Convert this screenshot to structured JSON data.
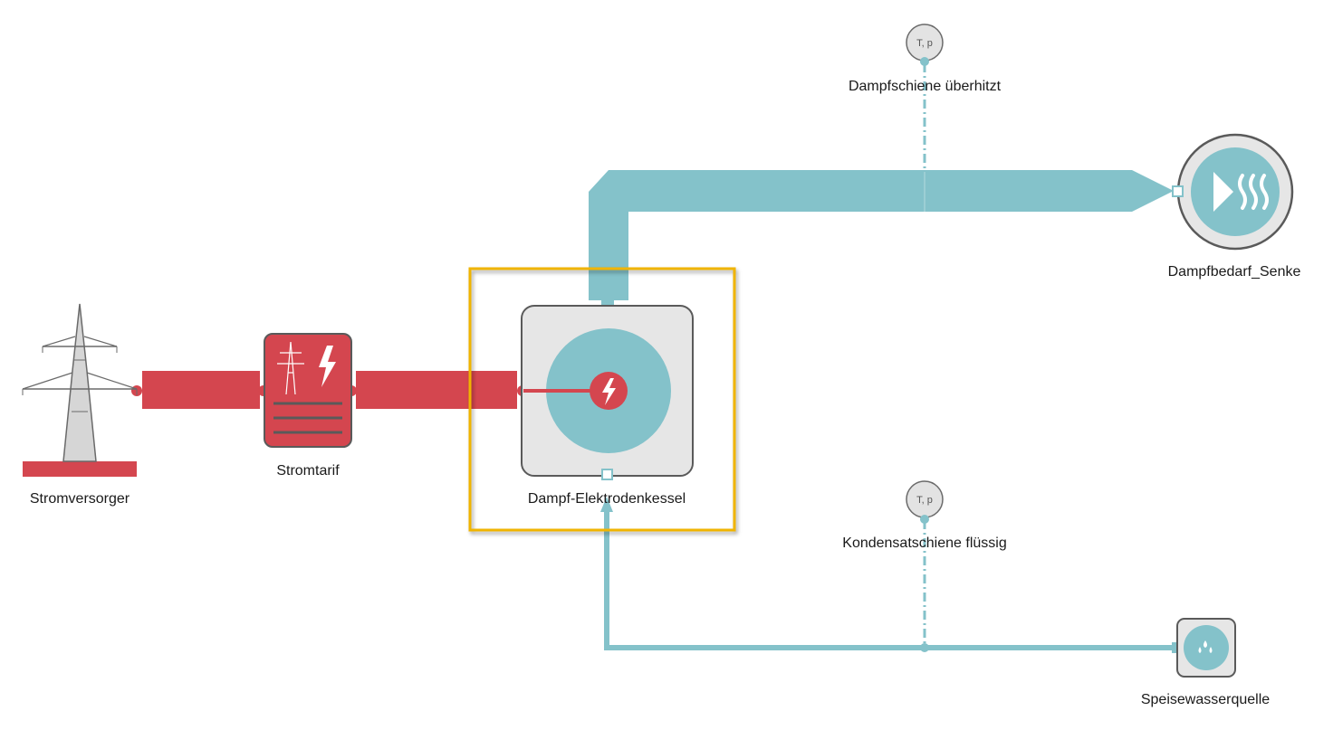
{
  "colors": {
    "electric": "#d4464f",
    "steam": "#84c2ca",
    "boiler_bg": "#e6e6e6",
    "border": "#5a5a5a",
    "selection": "#f0b400",
    "tp_bg": "#e3e3e3"
  },
  "nodes": {
    "stromversorger": {
      "label": "Stromversorger",
      "icon": "power-pylon-icon"
    },
    "stromtarif": {
      "label": "Stromtarif",
      "icon": "electricity-tariff-icon"
    },
    "kessel": {
      "label": "Dampf-Elektrodenkessel",
      "icon": "electrode-boiler-icon",
      "selected": true
    },
    "dampfschiene": {
      "label": "Dampfschiene überhitzt",
      "sensor": "T, p"
    },
    "kondensatschiene": {
      "label": "Kondensatschiene flüssig",
      "sensor": "T, p"
    },
    "dampfbedarf": {
      "label": "Dampfbedarf_Senke",
      "icon": "steam-sink-icon"
    },
    "speisewasser": {
      "label": "Speisewasserquelle",
      "icon": "water-drops-icon"
    }
  }
}
